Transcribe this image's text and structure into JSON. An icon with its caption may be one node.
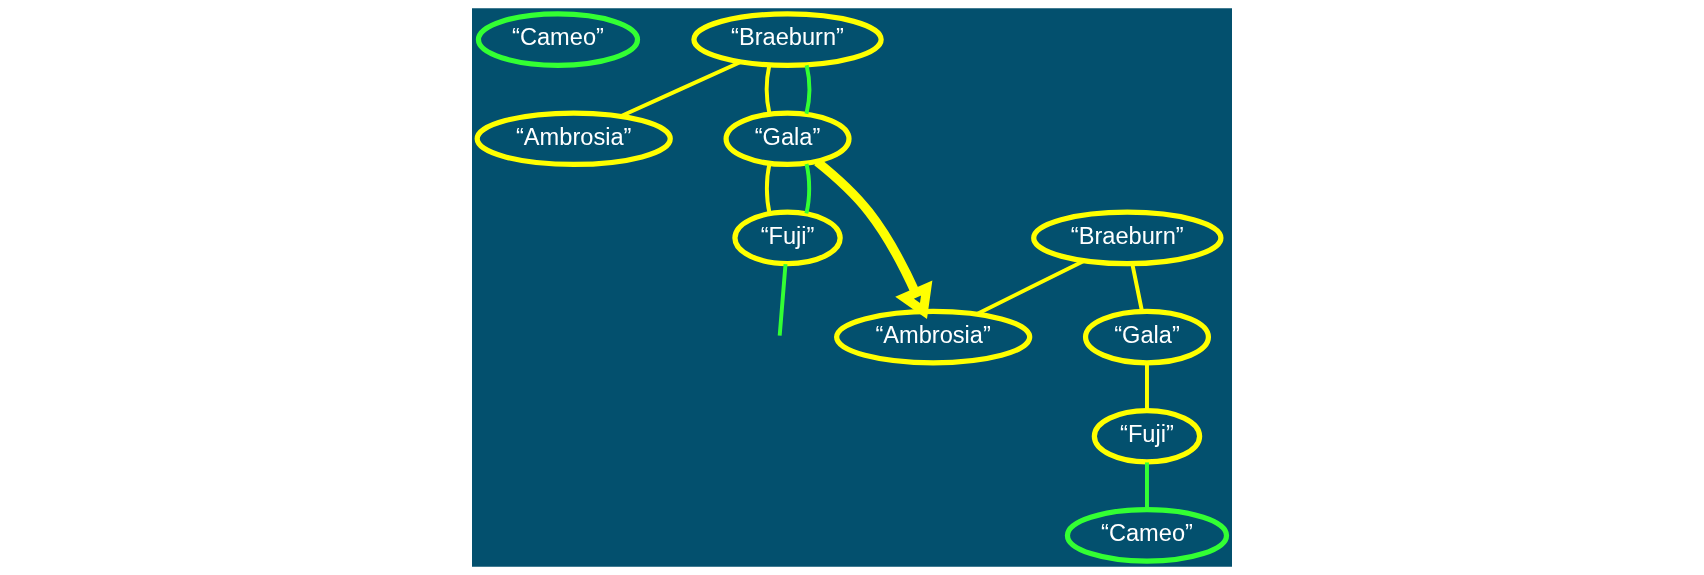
{
  "diagram": {
    "nodes": [
      {
        "text": [
          "“Cameo”"
        ]
      },
      {
        "text": [
          "“Braeburn”"
        ]
      },
      {
        "text": [
          "“Ambrosia”"
        ]
      },
      {
        "text": [
          "“Gala”"
        ]
      },
      {
        "text": [
          "“Fuji”"
        ]
      },
      {
        "text": [
          "“Braeburn”"
        ]
      },
      {
        "text": [
          "“Ambrosia”"
        ]
      },
      {
        "text": [
          "“Gala”"
        ]
      },
      {
        "text": [
          "“Fuji”"
        ]
      },
      {
        "text": [
          "“Cameo”"
        ]
      }
    ],
    "edges": [
      {
        "from": 1,
        "to": 2,
        "arrow": "none"
      },
      {
        "from": 1,
        "to": 3,
        "arrow": "none"
      },
      {
        "from": 1,
        "to": 3,
        "arrow": "none",
        "color": "#33ff33"
      },
      {
        "from": 3,
        "to": 4,
        "arrow": "none"
      },
      {
        "from": 3,
        "to": 4,
        "arrow": "none",
        "color": "#33ff33"
      },
      {
        "from": 4,
        "to": null,
        "arrow": "none",
        "color": "#33ff33"
      },
      {
        "from": 3,
        "to": 6,
        "arrow": "to",
        "style": "thick"
      },
      {
        "from": 5,
        "to": 6,
        "arrow": "none"
      },
      {
        "from": 5,
        "to": 7,
        "arrow": "none"
      },
      {
        "from": 7,
        "to": 8,
        "arrow": "none"
      },
      {
        "from": 8,
        "to": 9,
        "arrow": "none",
        "color": "#33ff33"
      }
    ]
  }
}
